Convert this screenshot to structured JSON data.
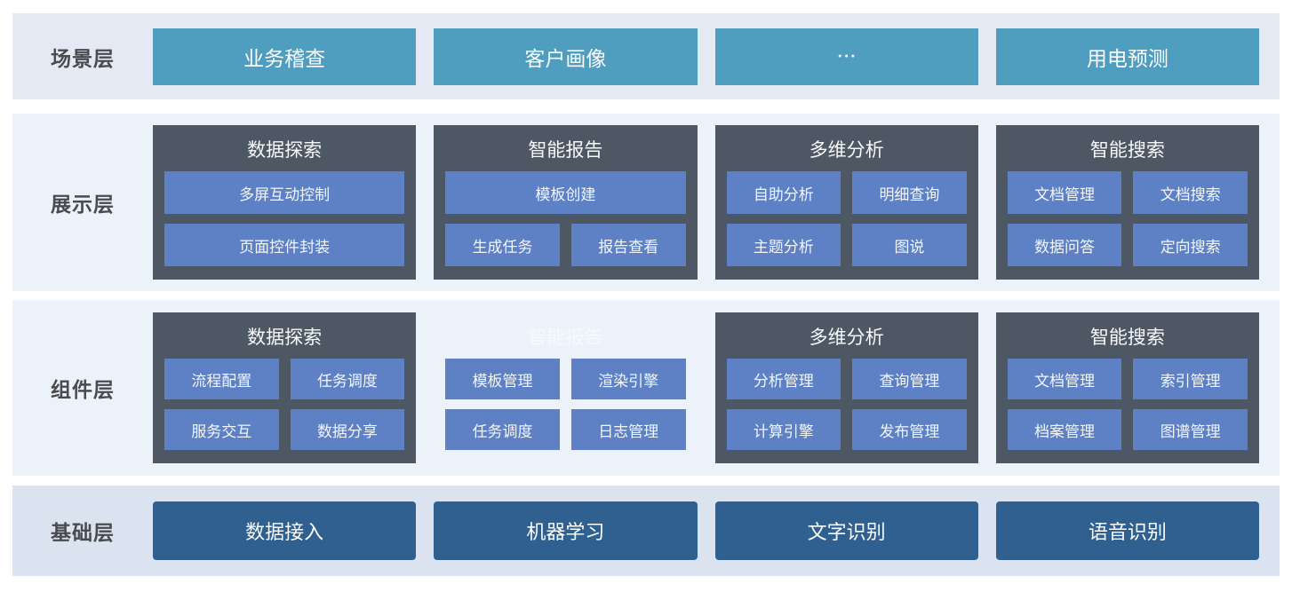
{
  "colors": {
    "band_scene_bg": "#e4e9f3",
    "band_mid_bg": "#ebf2f9",
    "band_foundation_bg": "#dae3ef",
    "scene_box_bg": "#4f9dbf",
    "group_bg": "#4e5764",
    "sub_box_bg": "#5e81c5",
    "foundation_box_bg": "#2f608f",
    "label_text": "#4a4b4e",
    "box_text": "#fbfcfd",
    "group_title_text": "#f7f9fb",
    "sub_box_text": "#f3f6fa"
  },
  "layers": [
    {
      "label": "场景层",
      "variant": "scene",
      "boxes": [
        "业务稽查",
        "客户画像",
        "···",
        "用电预测"
      ]
    },
    {
      "label": "展示层",
      "variant": "groups",
      "groups": [
        {
          "title": "数据探索",
          "dark": true,
          "rows": [
            [
              "多屏互动控制"
            ],
            [
              "页面控件封装"
            ]
          ]
        },
        {
          "title": "智能报告",
          "dark": true,
          "rows": [
            [
              "模板创建"
            ],
            [
              "生成任务",
              "报告查看"
            ]
          ]
        },
        {
          "title": "多维分析",
          "dark": true,
          "rows": [
            [
              "自助分析",
              "明细查询"
            ],
            [
              "主题分析",
              "图说"
            ]
          ]
        },
        {
          "title": "智能搜索",
          "dark": true,
          "rows": [
            [
              "文档管理",
              "文档搜索"
            ],
            [
              "数据问答",
              "定向搜索"
            ]
          ]
        }
      ]
    },
    {
      "label": "组件层",
      "variant": "groups",
      "groups": [
        {
          "title": "数据探索",
          "dark": true,
          "rows": [
            [
              "流程配置",
              "任务调度"
            ],
            [
              "服务交互",
              "数据分享"
            ]
          ]
        },
        {
          "title": "智能报告",
          "dark": false,
          "rows": [
            [
              "模板管理",
              "渲染引擎"
            ],
            [
              "任务调度",
              "日志管理"
            ]
          ]
        },
        {
          "title": "多维分析",
          "dark": true,
          "rows": [
            [
              "分析管理",
              "查询管理"
            ],
            [
              "计算引擎",
              "发布管理"
            ]
          ]
        },
        {
          "title": "智能搜索",
          "dark": true,
          "rows": [
            [
              "文档管理",
              "索引管理"
            ],
            [
              "档案管理",
              "图谱管理"
            ]
          ]
        }
      ]
    },
    {
      "label": "基础层",
      "variant": "foundation",
      "boxes": [
        "数据接入",
        "机器学习",
        "文字识别",
        "语音识别"
      ]
    }
  ]
}
